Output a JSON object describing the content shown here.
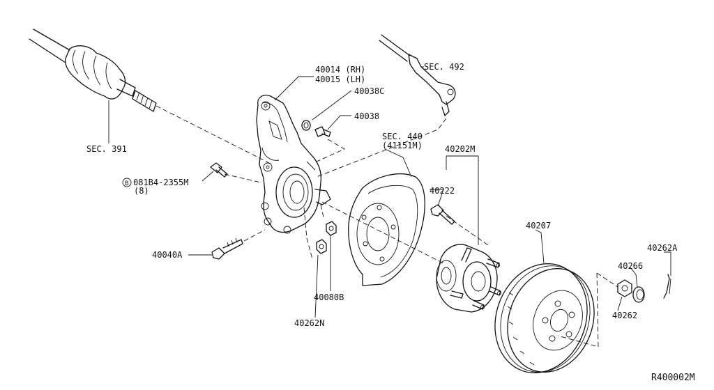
{
  "labels": {
    "knuckle_rh": "40014 (RH)",
    "knuckle_lh": "40015 (LH)",
    "sec392": "SEC. 492",
    "cap": "40038C",
    "bolt38": "40038",
    "sec440": "SEC. 440",
    "sec440_sub": "(41151M)",
    "hub_set": "40202M",
    "hub_bolt": "40222",
    "rotor": "40207",
    "cotter": "40262A",
    "washer": "40266",
    "nut": "40262",
    "sec391": "SEC. 391",
    "bolt_b_mark": "B",
    "bolt_b": "081B4-2355M",
    "bolt_b_qty": "(8)",
    "lower_bolt": "40040A",
    "nut80": "40080B",
    "nut262n": "40262N",
    "drawing_no": "R400002M"
  }
}
